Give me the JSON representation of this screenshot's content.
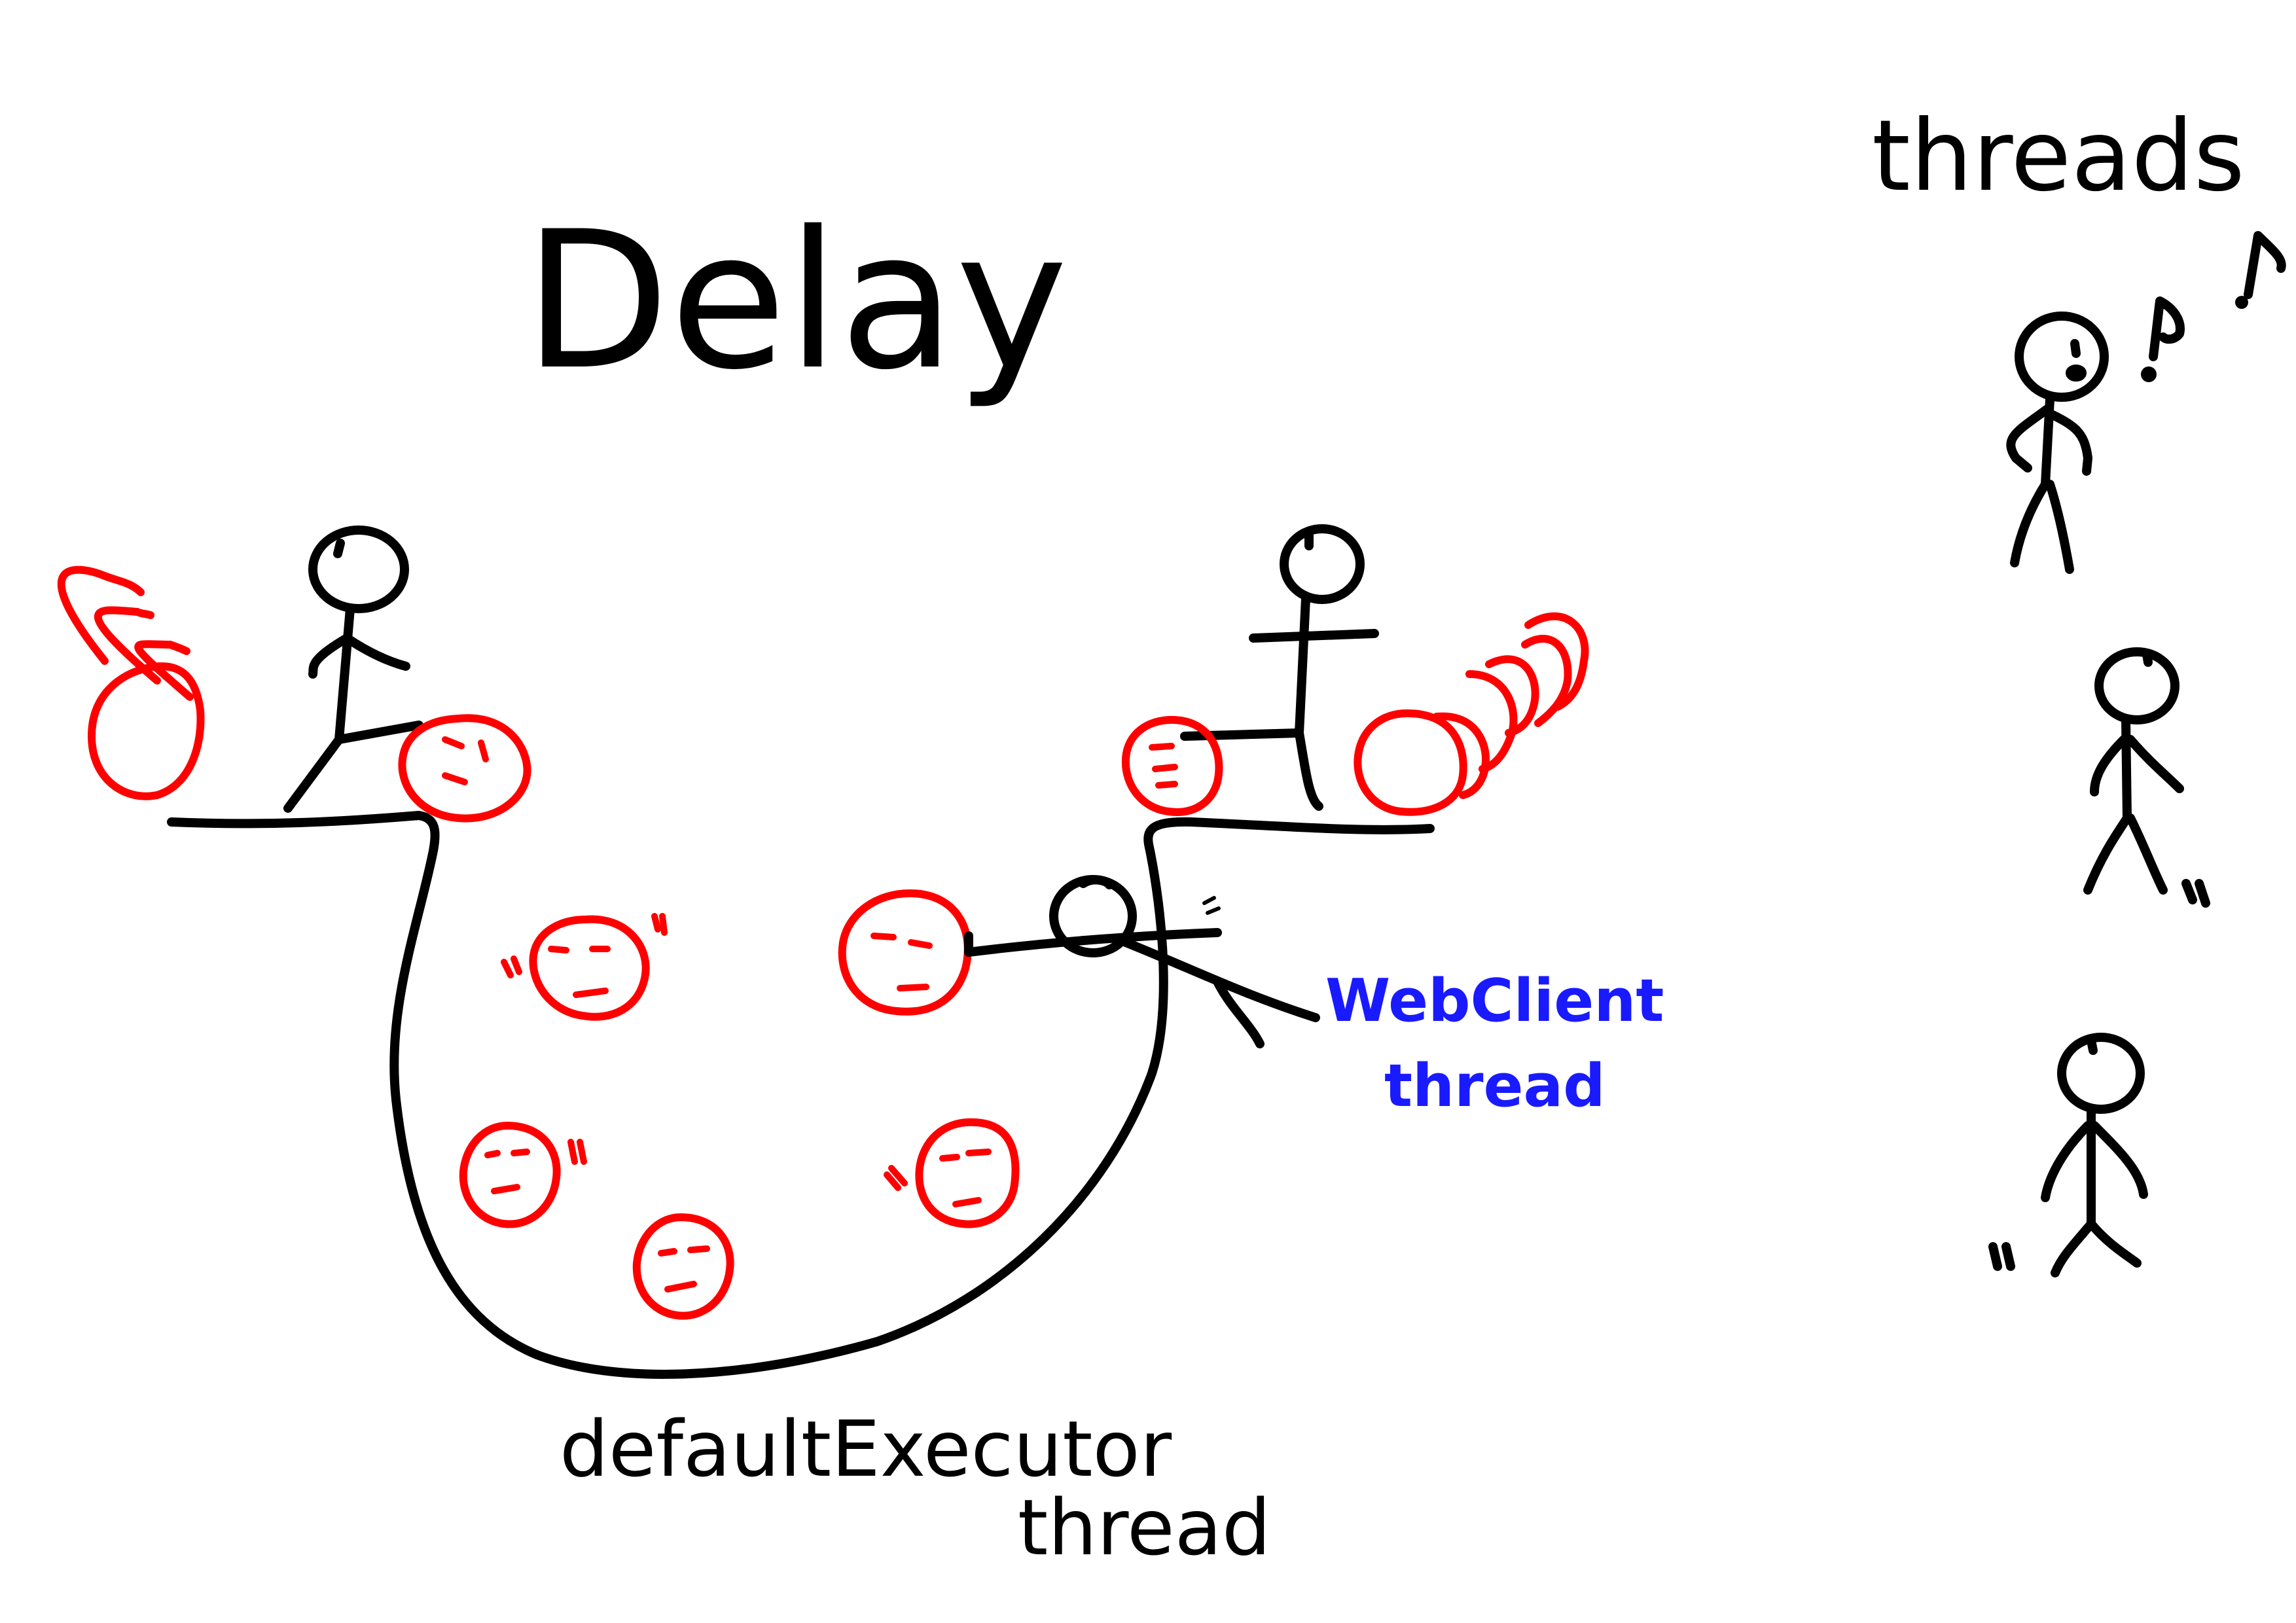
{
  "title": "Delay",
  "labels": {
    "threads": "threads",
    "webclient_line1": "WebClient",
    "webclient_line2": "thread",
    "executor_line1": "defaultExecutor",
    "executor_line2": "thread"
  },
  "colors": {
    "ink": "#000000",
    "coroutine": "#ff0000",
    "webclient": "#1a1aff",
    "background": "#ffffff"
  },
  "icons": {
    "stick_figure": "stick-figure-icon",
    "coroutine_face": "sleeping-face-icon",
    "music_note": "music-note-icon"
  }
}
